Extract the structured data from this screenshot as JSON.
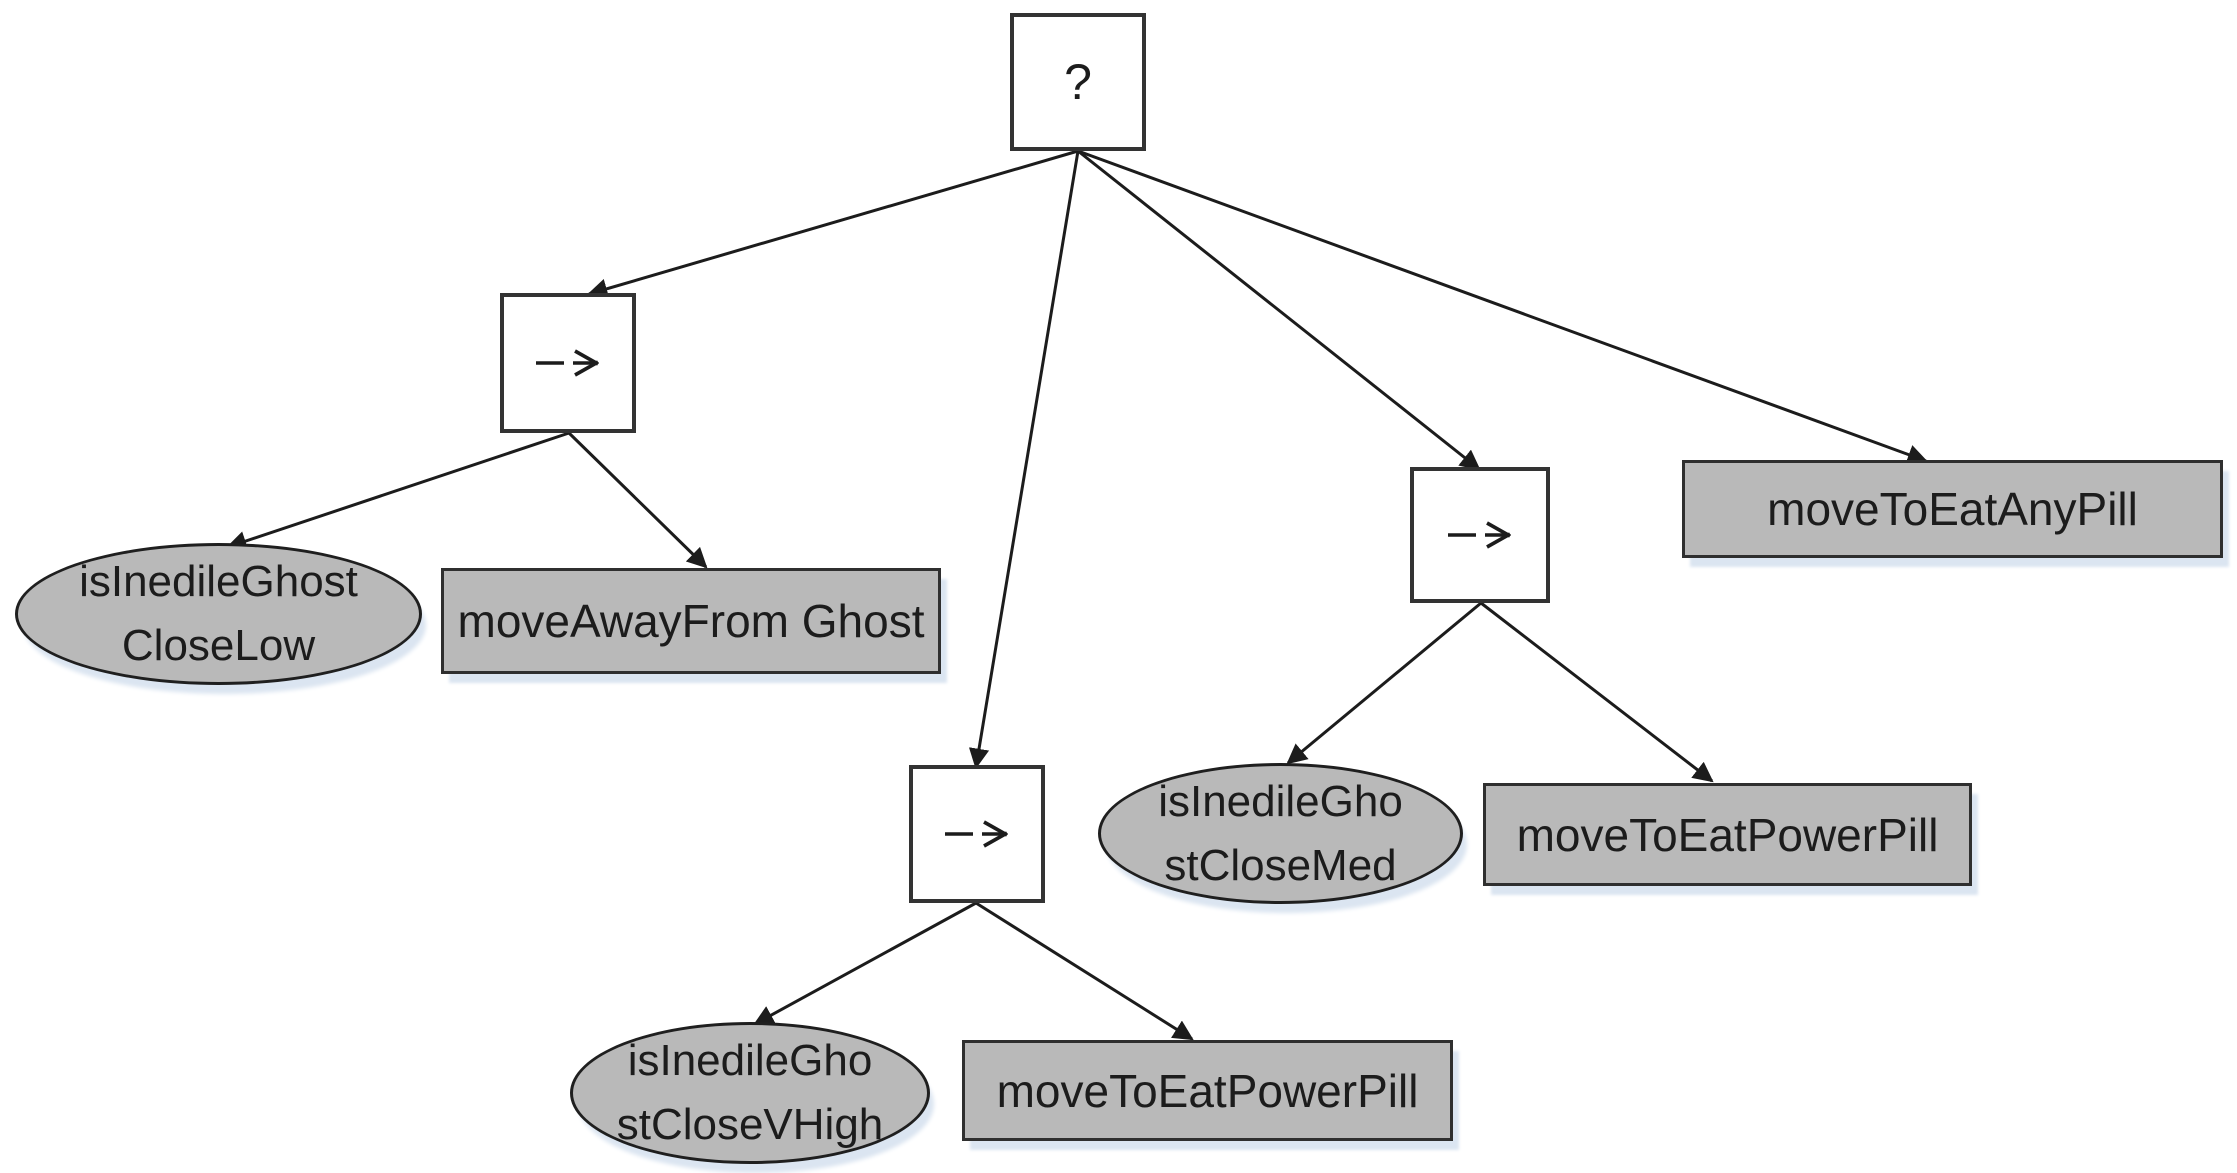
{
  "figure": {
    "kind": "behavior-tree-diagram",
    "background_color": "#ffffff",
    "node_fill_color": "#b9b9b9",
    "node_border_color": "#2f2f2f",
    "composite_fill_color": "#ffffff",
    "shadow_color": "#dbe5f1",
    "edge_color": "#1c1c1c"
  },
  "nodes": {
    "root_selector": {
      "kind": "selector",
      "symbol": "?"
    },
    "seq_left": {
      "kind": "sequence",
      "symbol": "→"
    },
    "seq_middle": {
      "kind": "sequence",
      "symbol": "→"
    },
    "seq_right": {
      "kind": "sequence",
      "symbol": "→"
    },
    "cond_ghost_close_low": {
      "kind": "condition",
      "line1": "isInedileGhost",
      "line2": "CloseLow"
    },
    "cond_ghost_close_vhigh": {
      "kind": "condition",
      "line1": "isInedileGho",
      "line2": "stCloseVHigh"
    },
    "cond_ghost_close_med": {
      "kind": "condition",
      "line1": "isInedileGho",
      "line2": "stCloseMed"
    },
    "act_move_away_from_ghost": {
      "kind": "action",
      "label": "moveAwayFrom Ghost"
    },
    "act_eat_power_pill_middle": {
      "kind": "action",
      "label": "moveToEatPowerPill"
    },
    "act_eat_power_pill_right": {
      "kind": "action",
      "label": "moveToEatPowerPill"
    },
    "act_eat_any_pill": {
      "kind": "action",
      "label": "moveToEatAnyPill"
    }
  },
  "edges": [
    {
      "from": "root_selector",
      "to": "seq_left"
    },
    {
      "from": "root_selector",
      "to": "seq_middle"
    },
    {
      "from": "root_selector",
      "to": "seq_right"
    },
    {
      "from": "root_selector",
      "to": "act_eat_any_pill"
    },
    {
      "from": "seq_left",
      "to": "cond_ghost_close_low"
    },
    {
      "from": "seq_left",
      "to": "act_move_away_from_ghost"
    },
    {
      "from": "seq_middle",
      "to": "cond_ghost_close_vhigh"
    },
    {
      "from": "seq_middle",
      "to": "act_eat_power_pill_middle"
    },
    {
      "from": "seq_right",
      "to": "cond_ghost_close_med"
    },
    {
      "from": "seq_right",
      "to": "act_eat_power_pill_right"
    }
  ]
}
